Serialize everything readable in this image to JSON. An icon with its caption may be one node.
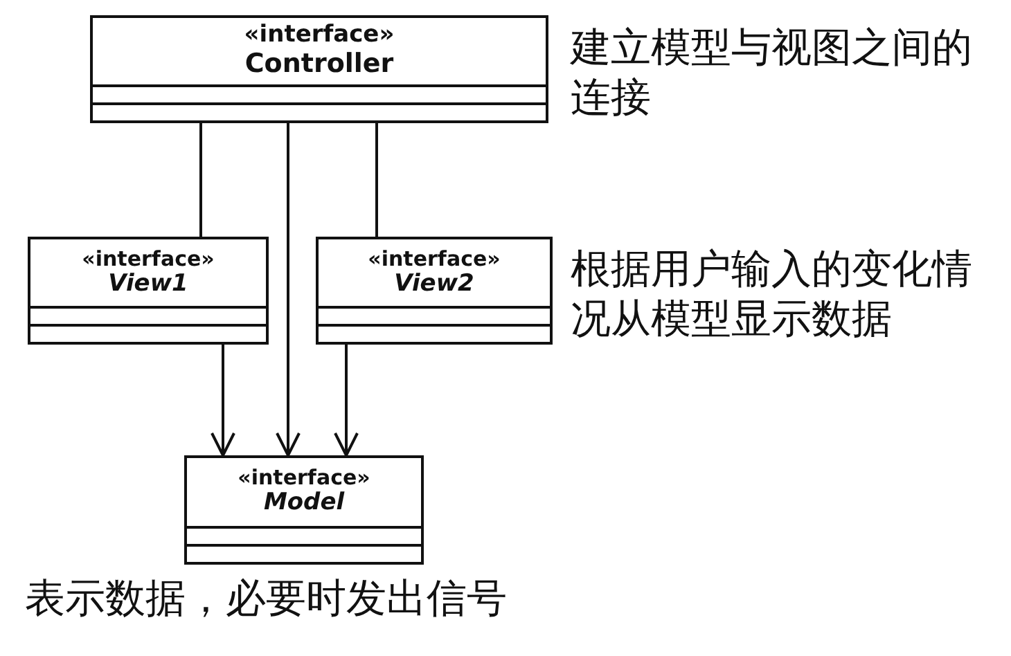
{
  "diagram": {
    "nodes": [
      {
        "text": [
          "«interface»",
          "Controller"
        ],
        "beside": [
          "建立模型与视图之间的连接"
        ]
      },
      {
        "text": [
          "«interface»",
          "View1"
        ]
      },
      {
        "text": [
          "«interface»",
          "View2"
        ],
        "beside": [
          "根据用户输入的变化情况从模型显示数据"
        ]
      },
      {
        "text": [
          "«interface»",
          "Model"
        ],
        "beside": [
          "表示数据，必要时发出信号"
        ]
      }
    ],
    "edges": [
      {
        "from": 0,
        "to": 1,
        "arrow": "none"
      },
      {
        "from": 0,
        "to": 3,
        "arrow": "to"
      },
      {
        "from": 0,
        "to": 2,
        "arrow": "none"
      },
      {
        "from": 1,
        "to": 3,
        "arrow": "to"
      },
      {
        "from": 2,
        "to": 3,
        "arrow": "to"
      }
    ]
  }
}
